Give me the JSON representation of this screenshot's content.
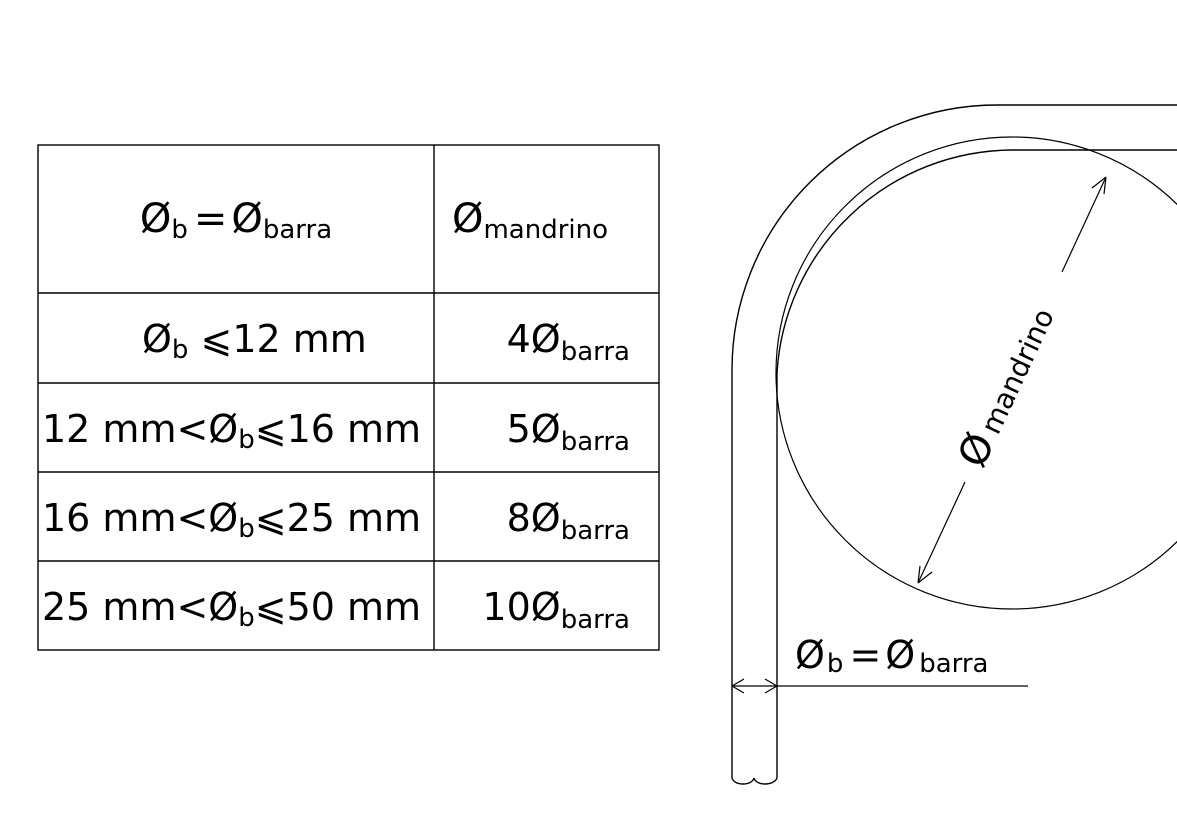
{
  "table": {
    "header": {
      "col1": {
        "symbol": "Ø",
        "sub_b": "b",
        "eq": "=",
        "symbol2": "Ø",
        "sub_barra": "barra"
      },
      "col2": {
        "symbol": "Ø",
        "sub_mandrino": "mandrino"
      }
    },
    "rows": [
      {
        "condition": "Øb ⩽12  mm",
        "cond_main": "Ø",
        "cond_sub": "b",
        "cond_rest": " ⩽12  mm",
        "factor": "4",
        "symbol": "Ø",
        "sub": "barra"
      },
      {
        "condition": "12  mm<Øb⩽16  mm",
        "cond_pre": "12  mm<Ø",
        "cond_sub": "b",
        "cond_rest": "⩽16  mm",
        "factor": "5",
        "symbol": "Ø",
        "sub": "barra"
      },
      {
        "condition": "16  mm<Øb⩽25  mm",
        "cond_pre": "16  mm<Ø",
        "cond_sub": "b",
        "cond_rest": "⩽25  mm",
        "factor": "8",
        "symbol": "Ø",
        "sub": "barra"
      },
      {
        "condition": "25  mm<Øb⩽50  mm",
        "cond_pre": "25  mm<Ø",
        "cond_sub": "b",
        "cond_rest": "⩽50  mm",
        "factor": "10",
        "symbol": "Ø",
        "sub": "barra"
      }
    ]
  },
  "figure": {
    "mandrel_label": "Ø mandrino",
    "mandrel_symbol": "Ø",
    "mandrel_word": "mandrino",
    "bar_label_symbol": "Ø",
    "bar_label_sub": "b",
    "bar_label_eq": "=",
    "bar_label_symbol2": "Ø",
    "bar_label_word": "barra"
  }
}
